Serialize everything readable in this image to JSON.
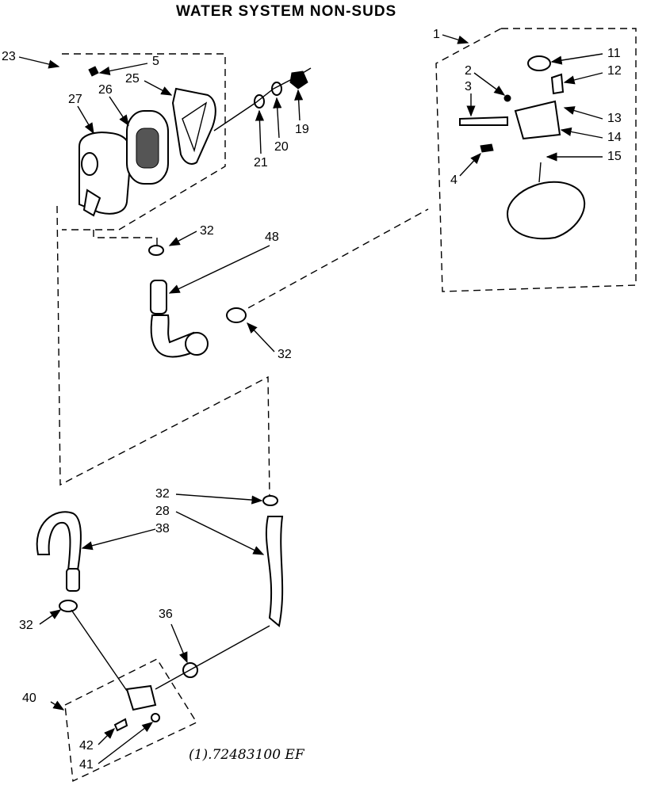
{
  "title": "WATER SYSTEM NON-SUDS",
  "footer": "(1).72483100  EF",
  "callouts": {
    "c1": "1",
    "c2": "2",
    "c3": "3",
    "c4": "4",
    "c5": "5",
    "c11": "11",
    "c12": "12",
    "c13": "13",
    "c14": "14",
    "c15": "15",
    "c19": "19",
    "c20": "20",
    "c21": "21",
    "c23": "23",
    "c25": "25",
    "c26": "26",
    "c27": "27",
    "c32a": "32",
    "c48": "48",
    "c32b": "32",
    "c32c": "32",
    "c28": "28",
    "c38": "38",
    "c32d": "32",
    "c36": "36",
    "c40": "40",
    "c42": "42",
    "c41": "41"
  }
}
